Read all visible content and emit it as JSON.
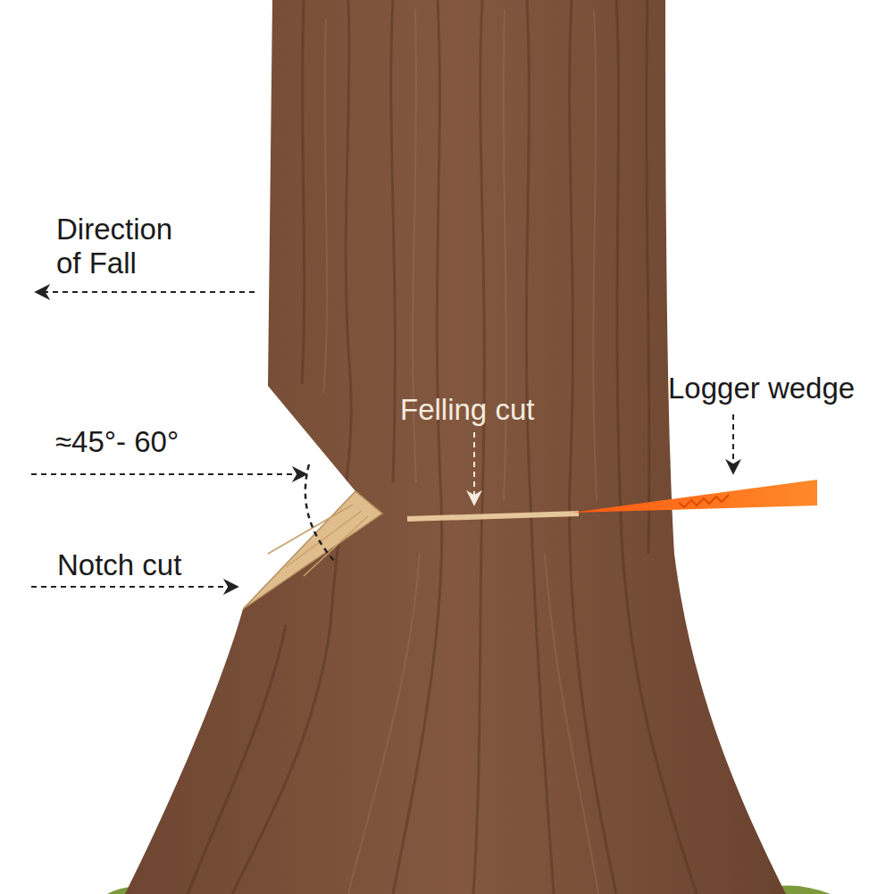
{
  "diagram": {
    "labels": [
      "Direction of Fall",
      "≈45°- 60°",
      "Notch cut",
      "Felling cut",
      "Logger wedge"
    ]
  }
}
